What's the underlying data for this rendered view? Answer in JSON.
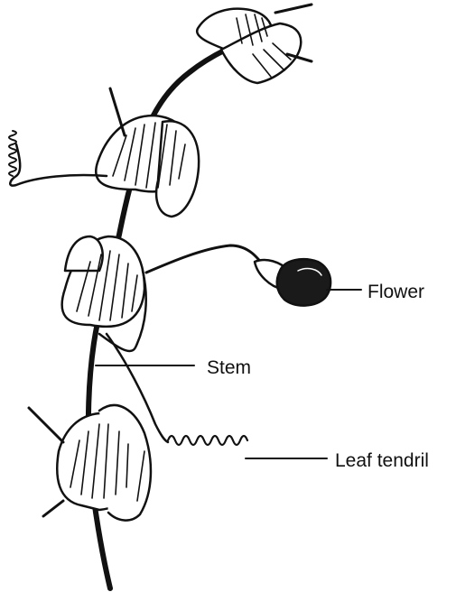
{
  "labels": {
    "flower": "Flower",
    "stem": "Stem",
    "leaf_tendril": "Leaf tendril"
  },
  "colors": {
    "ink": "#111111",
    "paper": "#ffffff"
  }
}
